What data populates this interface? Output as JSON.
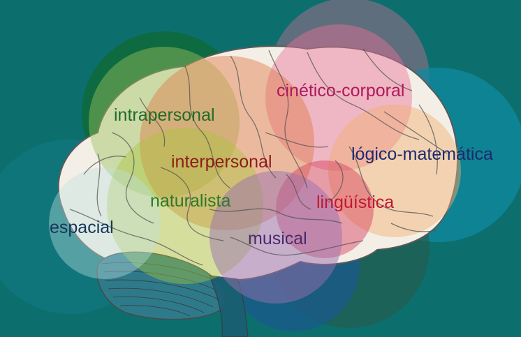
{
  "diagram": {
    "labels": {
      "intrapersonal": "intrapersonal",
      "cinetico_corporal": "cinético-corporal",
      "interpersonal": "interpersonal",
      "logico_matematica": "lógico-matemática",
      "naturalista": "naturalista",
      "linguistica": "lingüística",
      "espacial": "espacial",
      "musical": "musical"
    },
    "colors": {
      "background": "#0c6f6e",
      "intrapersonal": "#1f6b2a",
      "cinetico_corporal": "#b0185a",
      "interpersonal": "#8e1c1c",
      "logico_matematica": "#1c2a6e",
      "naturalista": "#2a7a2a",
      "linguistica": "#c01830",
      "espacial": "#14365a",
      "musical": "#4a2a6e"
    }
  }
}
